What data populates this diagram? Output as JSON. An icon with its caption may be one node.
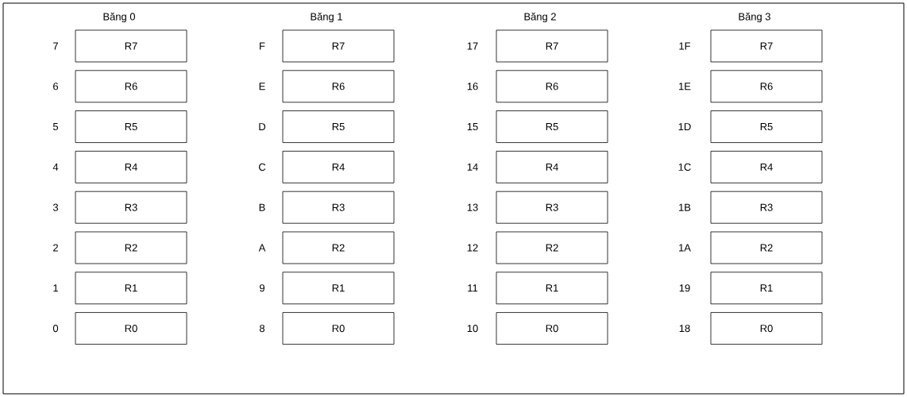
{
  "diagram": {
    "nodes": [
      {
        "text": [
          "R7"
        ],
        "beside": [
          "7"
        ]
      },
      {
        "text": [
          "R6"
        ],
        "beside": [
          "6"
        ]
      },
      {
        "text": [
          "R5"
        ],
        "beside": [
          "5"
        ]
      },
      {
        "text": [
          "R4"
        ],
        "beside": [
          "4"
        ]
      },
      {
        "text": [
          "R3"
        ],
        "beside": [
          "3"
        ]
      },
      {
        "text": [
          "R2"
        ],
        "beside": [
          "2"
        ]
      },
      {
        "text": [
          "R1"
        ],
        "beside": [
          "1"
        ]
      },
      {
        "text": [
          "R0"
        ],
        "beside": [
          "0"
        ]
      },
      {
        "text": [
          "R7"
        ],
        "beside": [
          "F"
        ]
      },
      {
        "text": [
          "R6"
        ],
        "beside": [
          "E"
        ]
      },
      {
        "text": [
          "R5"
        ],
        "beside": [
          "D"
        ]
      },
      {
        "text": [
          "R4"
        ],
        "beside": [
          "C"
        ]
      },
      {
        "text": [
          "R3"
        ],
        "beside": [
          "B"
        ]
      },
      {
        "text": [
          "R2"
        ],
        "beside": [
          "A"
        ]
      },
      {
        "text": [
          "R1"
        ],
        "beside": [
          "9"
        ]
      },
      {
        "text": [
          "R0"
        ],
        "beside": [
          "8"
        ]
      },
      {
        "text": [
          "R7"
        ],
        "beside": [
          "17"
        ]
      },
      {
        "text": [
          "R6"
        ],
        "beside": [
          "16"
        ]
      },
      {
        "text": [
          "R5"
        ],
        "beside": [
          "15"
        ]
      },
      {
        "text": [
          "R4"
        ],
        "beside": [
          "14"
        ]
      },
      {
        "text": [
          "R3"
        ],
        "beside": [
          "13"
        ]
      },
      {
        "text": [
          "R2"
        ],
        "beside": [
          "12"
        ]
      },
      {
        "text": [
          "R1"
        ],
        "beside": [
          "11"
        ]
      },
      {
        "text": [
          "R0"
        ],
        "beside": [
          "10"
        ]
      },
      {
        "text": [
          "R7"
        ],
        "beside": [
          "1F"
        ]
      },
      {
        "text": [
          "R6"
        ],
        "beside": [
          "1E"
        ]
      },
      {
        "text": [
          "R5"
        ],
        "beside": [
          "1D"
        ]
      },
      {
        "text": [
          "R4"
        ],
        "beside": [
          "1C"
        ]
      },
      {
        "text": [
          "R3"
        ],
        "beside": [
          "1B"
        ]
      },
      {
        "text": [
          "R2"
        ],
        "beside": [
          "1A"
        ]
      },
      {
        "text": [
          "R1"
        ],
        "beside": [
          "19"
        ]
      },
      {
        "text": [
          "R0"
        ],
        "beside": [
          "18"
        ]
      }
    ],
    "labels": [
      "Băng 0",
      "Băng 1",
      "Băng 2",
      "Băng 3"
    ]
  }
}
